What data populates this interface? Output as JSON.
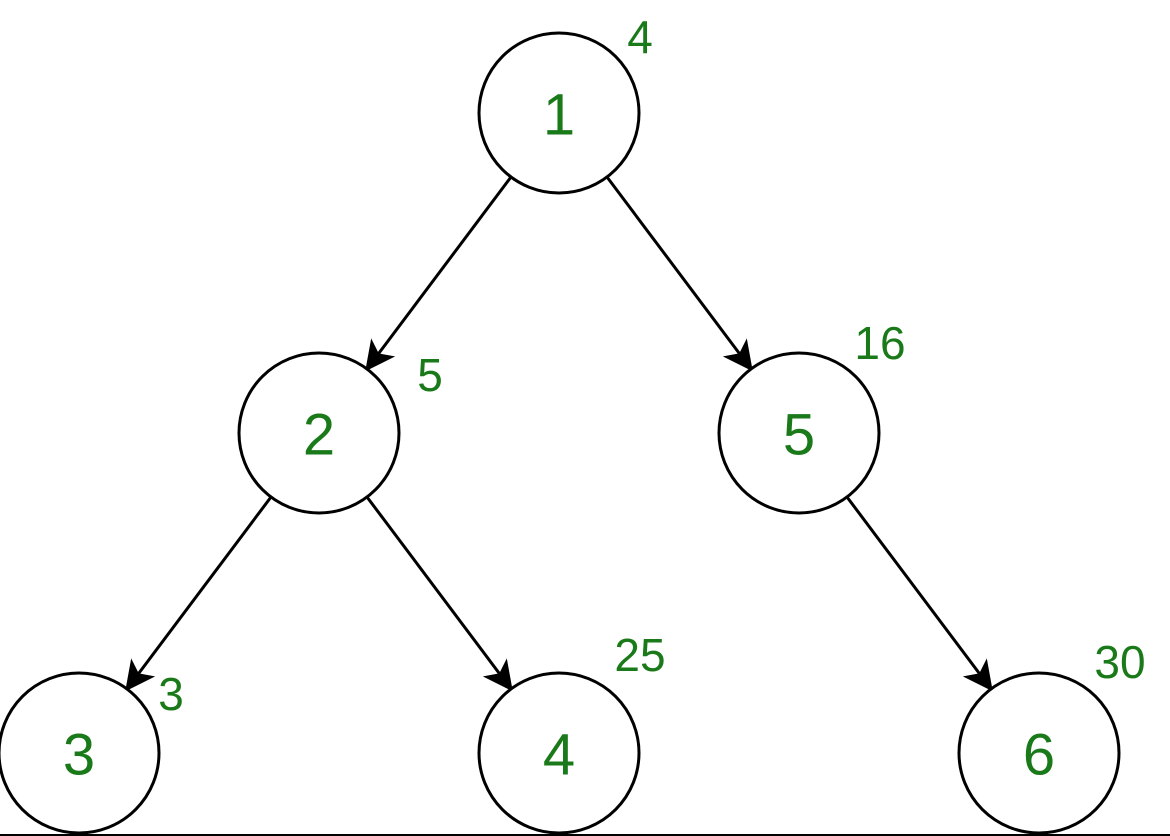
{
  "colors": {
    "text": "#1a7a1a",
    "stroke": "#000000",
    "background": "#ffffff"
  },
  "nodes": [
    {
      "id": "1",
      "label": "1",
      "weight": "4"
    },
    {
      "id": "2",
      "label": "2",
      "weight": "5"
    },
    {
      "id": "5",
      "label": "5",
      "weight": "16"
    },
    {
      "id": "3",
      "label": "3",
      "weight": "3"
    },
    {
      "id": "4",
      "label": "4",
      "weight": "25"
    },
    {
      "id": "6",
      "label": "6",
      "weight": "30"
    }
  ],
  "edges": [
    {
      "from": "1",
      "to": "2"
    },
    {
      "from": "1",
      "to": "5"
    },
    {
      "from": "2",
      "to": "3"
    },
    {
      "from": "2",
      "to": "4"
    },
    {
      "from": "5",
      "to": "6"
    }
  ]
}
